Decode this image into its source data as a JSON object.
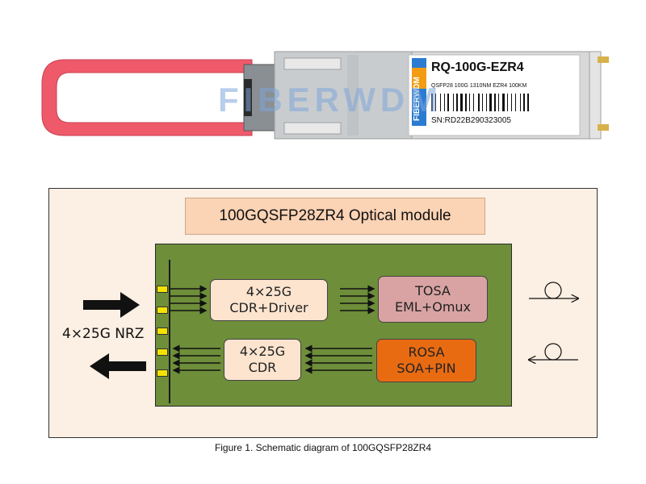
{
  "photo": {
    "part_number": "RQ-100G-EZR4",
    "description": "QSFP28 100G 1310NM EZR4 100KM",
    "serial": "SN:RD22B290323005",
    "watermark": "FIBERWDM",
    "label_logo": "FIBERWDM",
    "colors": {
      "pull_tab": "#ef5a6b",
      "housing": "#d4d4d4"
    }
  },
  "diagram": {
    "title": "100GQSFP28ZR4 Optical module",
    "interface_label": "4×25G NRZ",
    "blocks": {
      "tx_cdr": {
        "line1": "4×25G",
        "line2": "CDR+Driver"
      },
      "tosa": {
        "line1": "TOSA",
        "line2": "EML+Omux"
      },
      "rx_cdr": {
        "line1": "4×25G",
        "line2": "CDR"
      },
      "rosa": {
        "line1": "ROSA",
        "line2": "SOA+PIN"
      }
    },
    "colors": {
      "background": "#fcefe3",
      "board": "#6e8e3a",
      "title_box": "#fbd3b5",
      "cdr": "#fce4cf",
      "tosa": "#d9a3a3",
      "rosa": "#e86b12",
      "pins": "#f4e300"
    }
  },
  "caption": "Figure 1. Schematic diagram of 100GQSFP28ZR4"
}
